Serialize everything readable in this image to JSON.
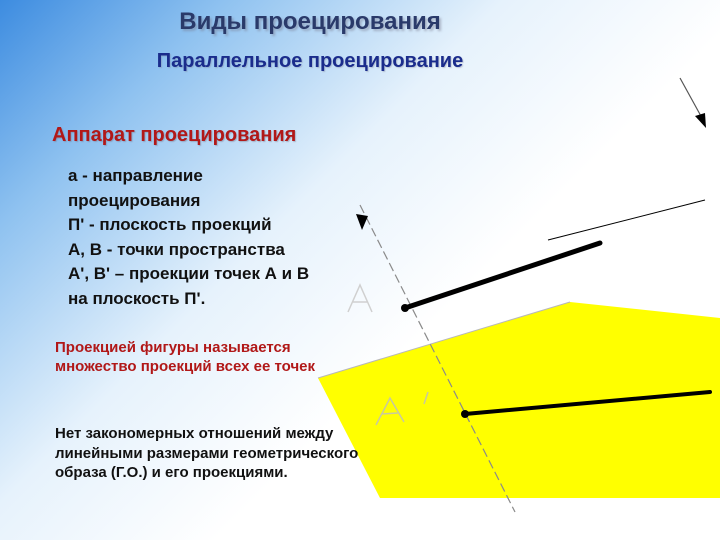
{
  "slide": {
    "title": "Виды проецирования",
    "subtitle": "Параллельное проецирование",
    "section_heading": "Аппарат проецирования",
    "legend_lines": [
      "а  - направление",
      "проецирования",
      "П' - плоскость проекций",
      "А, В - точки пространства",
      "А', В' – проекции точек А и В",
      "на плоскость П'."
    ],
    "note_red": "Проекцией фигуры называется множество проекций всех ее точек",
    "note_black": "Нет закономерных отношений между  линейными размерами геометрического образа (Г.О.) и его проекциями."
  },
  "colors": {
    "plane_fill": "#ffff00",
    "title": "#2a3a6a",
    "subtitle": "#1a2c8c",
    "accent_red": "#b11818",
    "lines": "#000000",
    "faint_label": "#d0d0d0"
  },
  "icons": [
    "direction-arrow-icon"
  ]
}
